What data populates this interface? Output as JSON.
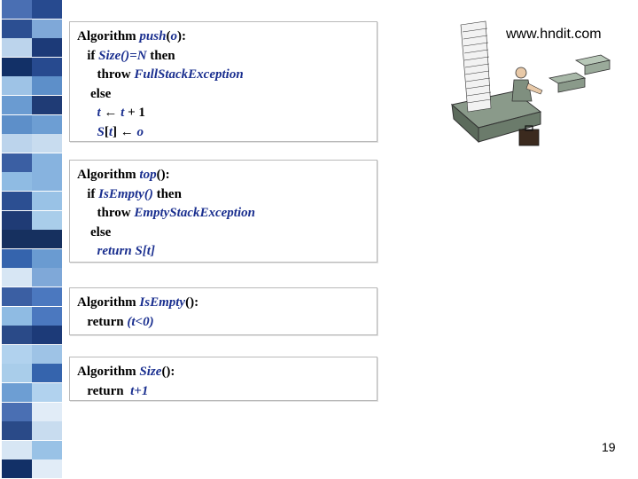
{
  "slide": {
    "site": "www.hndit.com",
    "page_number": "19"
  },
  "push": {
    "l1a": "Algorithm ",
    "l1b": "push",
    "l1c": "(",
    "l1d": "o",
    "l1e": "):",
    "l2a": "   if ",
    "l2b": "Size()=N",
    "l2c": " then",
    "l3a": "      throw ",
    "l3b": "FullStackException",
    "l4": "    else",
    "l5a": "      ",
    "l5b": "t",
    "l5c": " ← ",
    "l5d": "t",
    "l5e": " + 1",
    "l6a": "      ",
    "l6b": "S",
    "l6c": "[",
    "l6d": "t",
    "l6e": "] ← ",
    "l6f": "o"
  },
  "top": {
    "l1a": "Algorithm ",
    "l1b": "top",
    "l1c": "():",
    "l2a": "   if ",
    "l2b": "IsEmpty()",
    "l2c": " then",
    "l3a": "      throw ",
    "l3b": "EmptyStackException",
    "l4": "    else",
    "l5a": "      ",
    "l5b": "return S[t]"
  },
  "isempty": {
    "l1a": "Algorithm ",
    "l1b": "IsEmpty",
    "l1c": "():",
    "l2a": "   return ",
    "l2b": "(t<0)"
  },
  "size": {
    "l1a": "Algorithm ",
    "l1b": "Size",
    "l1c": "():",
    "l2a": "   return  ",
    "l2b": "t+1"
  },
  "icons": {
    "decor": "decorative-square-strip",
    "clipart": "paper-stack-office-worker-icon"
  }
}
